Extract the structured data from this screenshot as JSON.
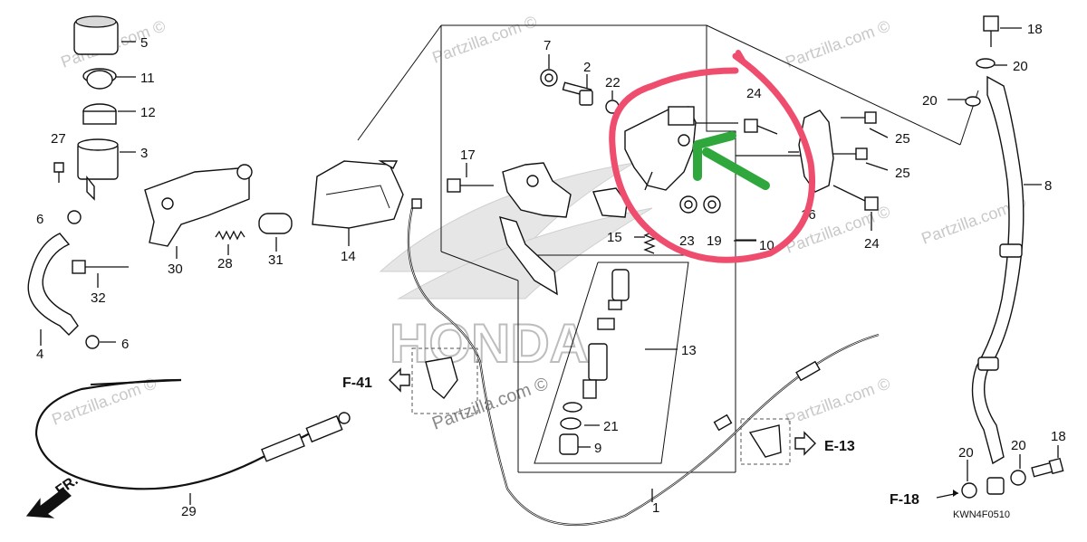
{
  "watermarks": [
    "Partzilla.com ©",
    "Partzilla.com ©",
    "Partzilla.com ©",
    "Partzilla.com ©",
    "Partzilla.com ©",
    "Partzilla.com ©",
    "Partzilla.com ©",
    "Partzilla.com ©",
    "Partzilla.com ©"
  ],
  "brand_watermark": "HONDA",
  "callouts": {
    "p1": "1",
    "p2": "2",
    "p3": "3",
    "p4": "4",
    "p5": "5",
    "p6a": "6",
    "p6b": "6",
    "p7": "7",
    "p8": "8",
    "p9": "9",
    "p10": "10",
    "p11": "11",
    "p12": "12",
    "p13": "13",
    "p14": "14",
    "p15": "15",
    "p16": "16",
    "p17": "17",
    "p18a": "18",
    "p18b": "18",
    "p19": "19",
    "p20a": "20",
    "p20b": "20",
    "p20c": "20",
    "p21": "21",
    "p22": "22",
    "p23": "23",
    "p24a": "24",
    "p24b": "24",
    "p25a": "25",
    "p25b": "25",
    "p27": "27",
    "p28": "28",
    "p29": "29",
    "p30": "30",
    "p31": "31",
    "p32": "32"
  },
  "references": {
    "f41": "F-41",
    "e13": "E-13",
    "f18": "F-18",
    "fr": "FR."
  },
  "diagram_code": "KWN4F0510",
  "annotations": {
    "highlight_circle_color": "#ef4d6e",
    "arrow_color": "#2fa73d"
  }
}
